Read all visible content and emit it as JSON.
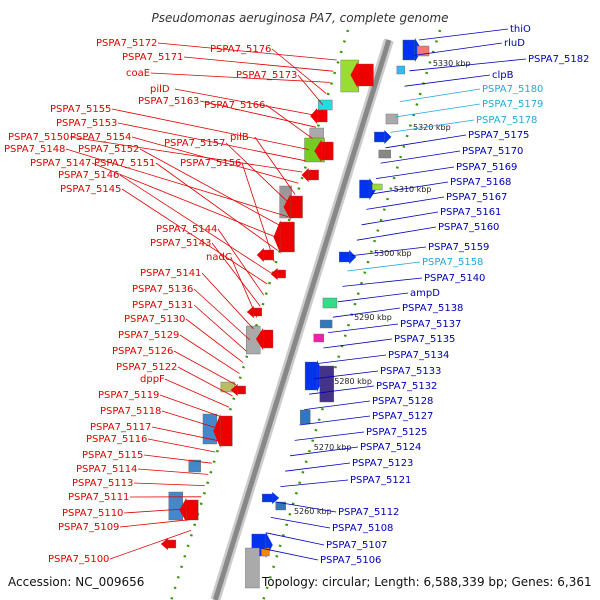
{
  "title": "Pseudomonas aeruginosa PA7, complete genome",
  "footer": {
    "accession": "Accession: NC_009656",
    "topology": "Topology: circular; Length: 6,588,339 bp; Genes: 6,361"
  },
  "colors": {
    "left_label": "#e00000",
    "right_label": "#0000bb",
    "right_label_alt": "#22aadd",
    "backbone": "#888888",
    "forward_gene": "#0033ee",
    "reverse_gene": "#ee0000",
    "gc_dots": "#339900"
  },
  "tick_labels": [
    "5330 kbp",
    "5320 kbp",
    "5310 kbp",
    "5300 kbp",
    "5290 kbp",
    "5280 kbp",
    "5270 kbp",
    "5260 kbp"
  ],
  "left_labels": [
    "PSPA7_5172",
    "PSPA7_5171",
    "coaE",
    "PSPA7_5176",
    "PSPA7_5173",
    "pilD",
    "PSPA7_5163",
    "PSPA7_5166",
    "PSPA7_5155",
    "PSPA7_5153",
    "PSPA7_5150",
    "PSPA7_5154",
    "pilB",
    "PSPA7_5157",
    "PSPA7_5148",
    "PSPA7_5152",
    "PSPA7_5147",
    "PSPA7_5151",
    "PSPA7_5156",
    "PSPA7_5146",
    "PSPA7_5145",
    "PSPA7_5144",
    "PSPA7_5143",
    "nadC",
    "PSPA7_5141",
    "PSPA7_5136",
    "PSPA7_5131",
    "PSPA7_5130",
    "PSPA7_5129",
    "PSPA7_5126",
    "PSPA7_5122",
    "dppF",
    "PSPA7_5119",
    "PSPA7_5118",
    "PSPA7_5117",
    "PSPA7_5116",
    "PSPA7_5115",
    "PSPA7_5114",
    "PSPA7_5113",
    "PSPA7_5111",
    "PSPA7_5110",
    "PSPA7_5109",
    "PSPA7_5100"
  ],
  "right_labels": [
    "thiO",
    "rluD",
    "PSPA7_5182",
    "clpB",
    "PSPA7_5180",
    "PSPA7_5179",
    "PSPA7_5178",
    "PSPA7_5175",
    "PSPA7_5170",
    "PSPA7_5169",
    "PSPA7_5168",
    "PSPA7_5167",
    "PSPA7_5161",
    "PSPA7_5160",
    "PSPA7_5159",
    "PSPA7_5158",
    "PSPA7_5140",
    "ampD",
    "PSPA7_5138",
    "PSPA7_5137",
    "PSPA7_5135",
    "PSPA7_5134",
    "PSPA7_5133",
    "PSPA7_5132",
    "PSPA7_5128",
    "PSPA7_5127",
    "PSPA7_5125",
    "PSPA7_5124",
    "PSPA7_5123",
    "PSPA7_5121",
    "PSPA7_5112",
    "PSPA7_5108",
    "PSPA7_5107",
    "PSPA7_5106"
  ],
  "right_labels_alt": [
    "PSPA7_5180",
    "PSPA7_5179",
    "PSPA7_5178",
    "PSPA7_5158"
  ]
}
